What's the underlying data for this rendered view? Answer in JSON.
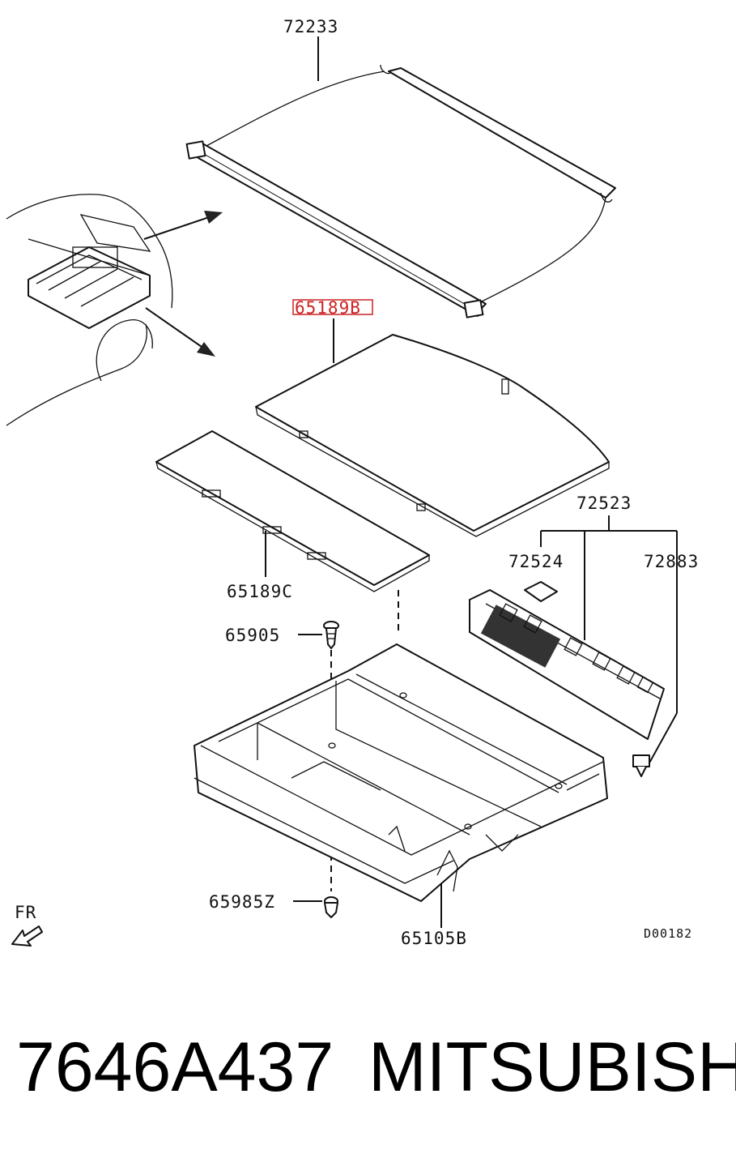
{
  "labels": {
    "p72233": "72233",
    "p65189B": "65189B",
    "p65189C": "65189C",
    "p72523": "72523",
    "p72524": "72524",
    "p72883": "72883",
    "p65905": "65905",
    "p65985Z": "65985Z",
    "p65105B": "65105B",
    "fr": "FR",
    "diagram_code": "D00182"
  },
  "highlight_color": "#cc2222",
  "footer": {
    "part_number": "7646A437",
    "brand": "MITSUBISHI"
  }
}
